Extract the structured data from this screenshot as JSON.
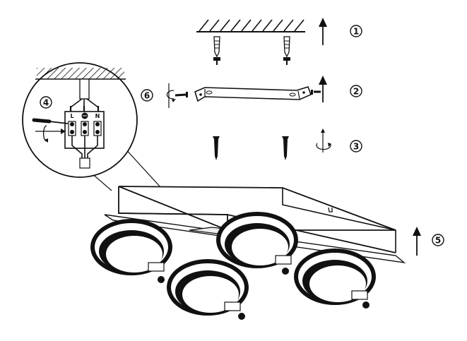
{
  "steps": [
    {
      "label": "1"
    },
    {
      "label": "2"
    },
    {
      "label": "3"
    },
    {
      "label": "4"
    },
    {
      "label": "5"
    },
    {
      "label": "6"
    }
  ],
  "terminals": {
    "live": "L",
    "neutral": "N"
  },
  "colors": {
    "ink": "#111111",
    "paper": "#ffffff",
    "shade": "#dddddd"
  },
  "icons": [
    "screw-icon",
    "wall-plug-icon",
    "mounting-bracket-icon",
    "up-arrow-icon",
    "rotate-icon",
    "earth-symbol-icon",
    "terminal-block-icon",
    "screwdriver-icon"
  ]
}
